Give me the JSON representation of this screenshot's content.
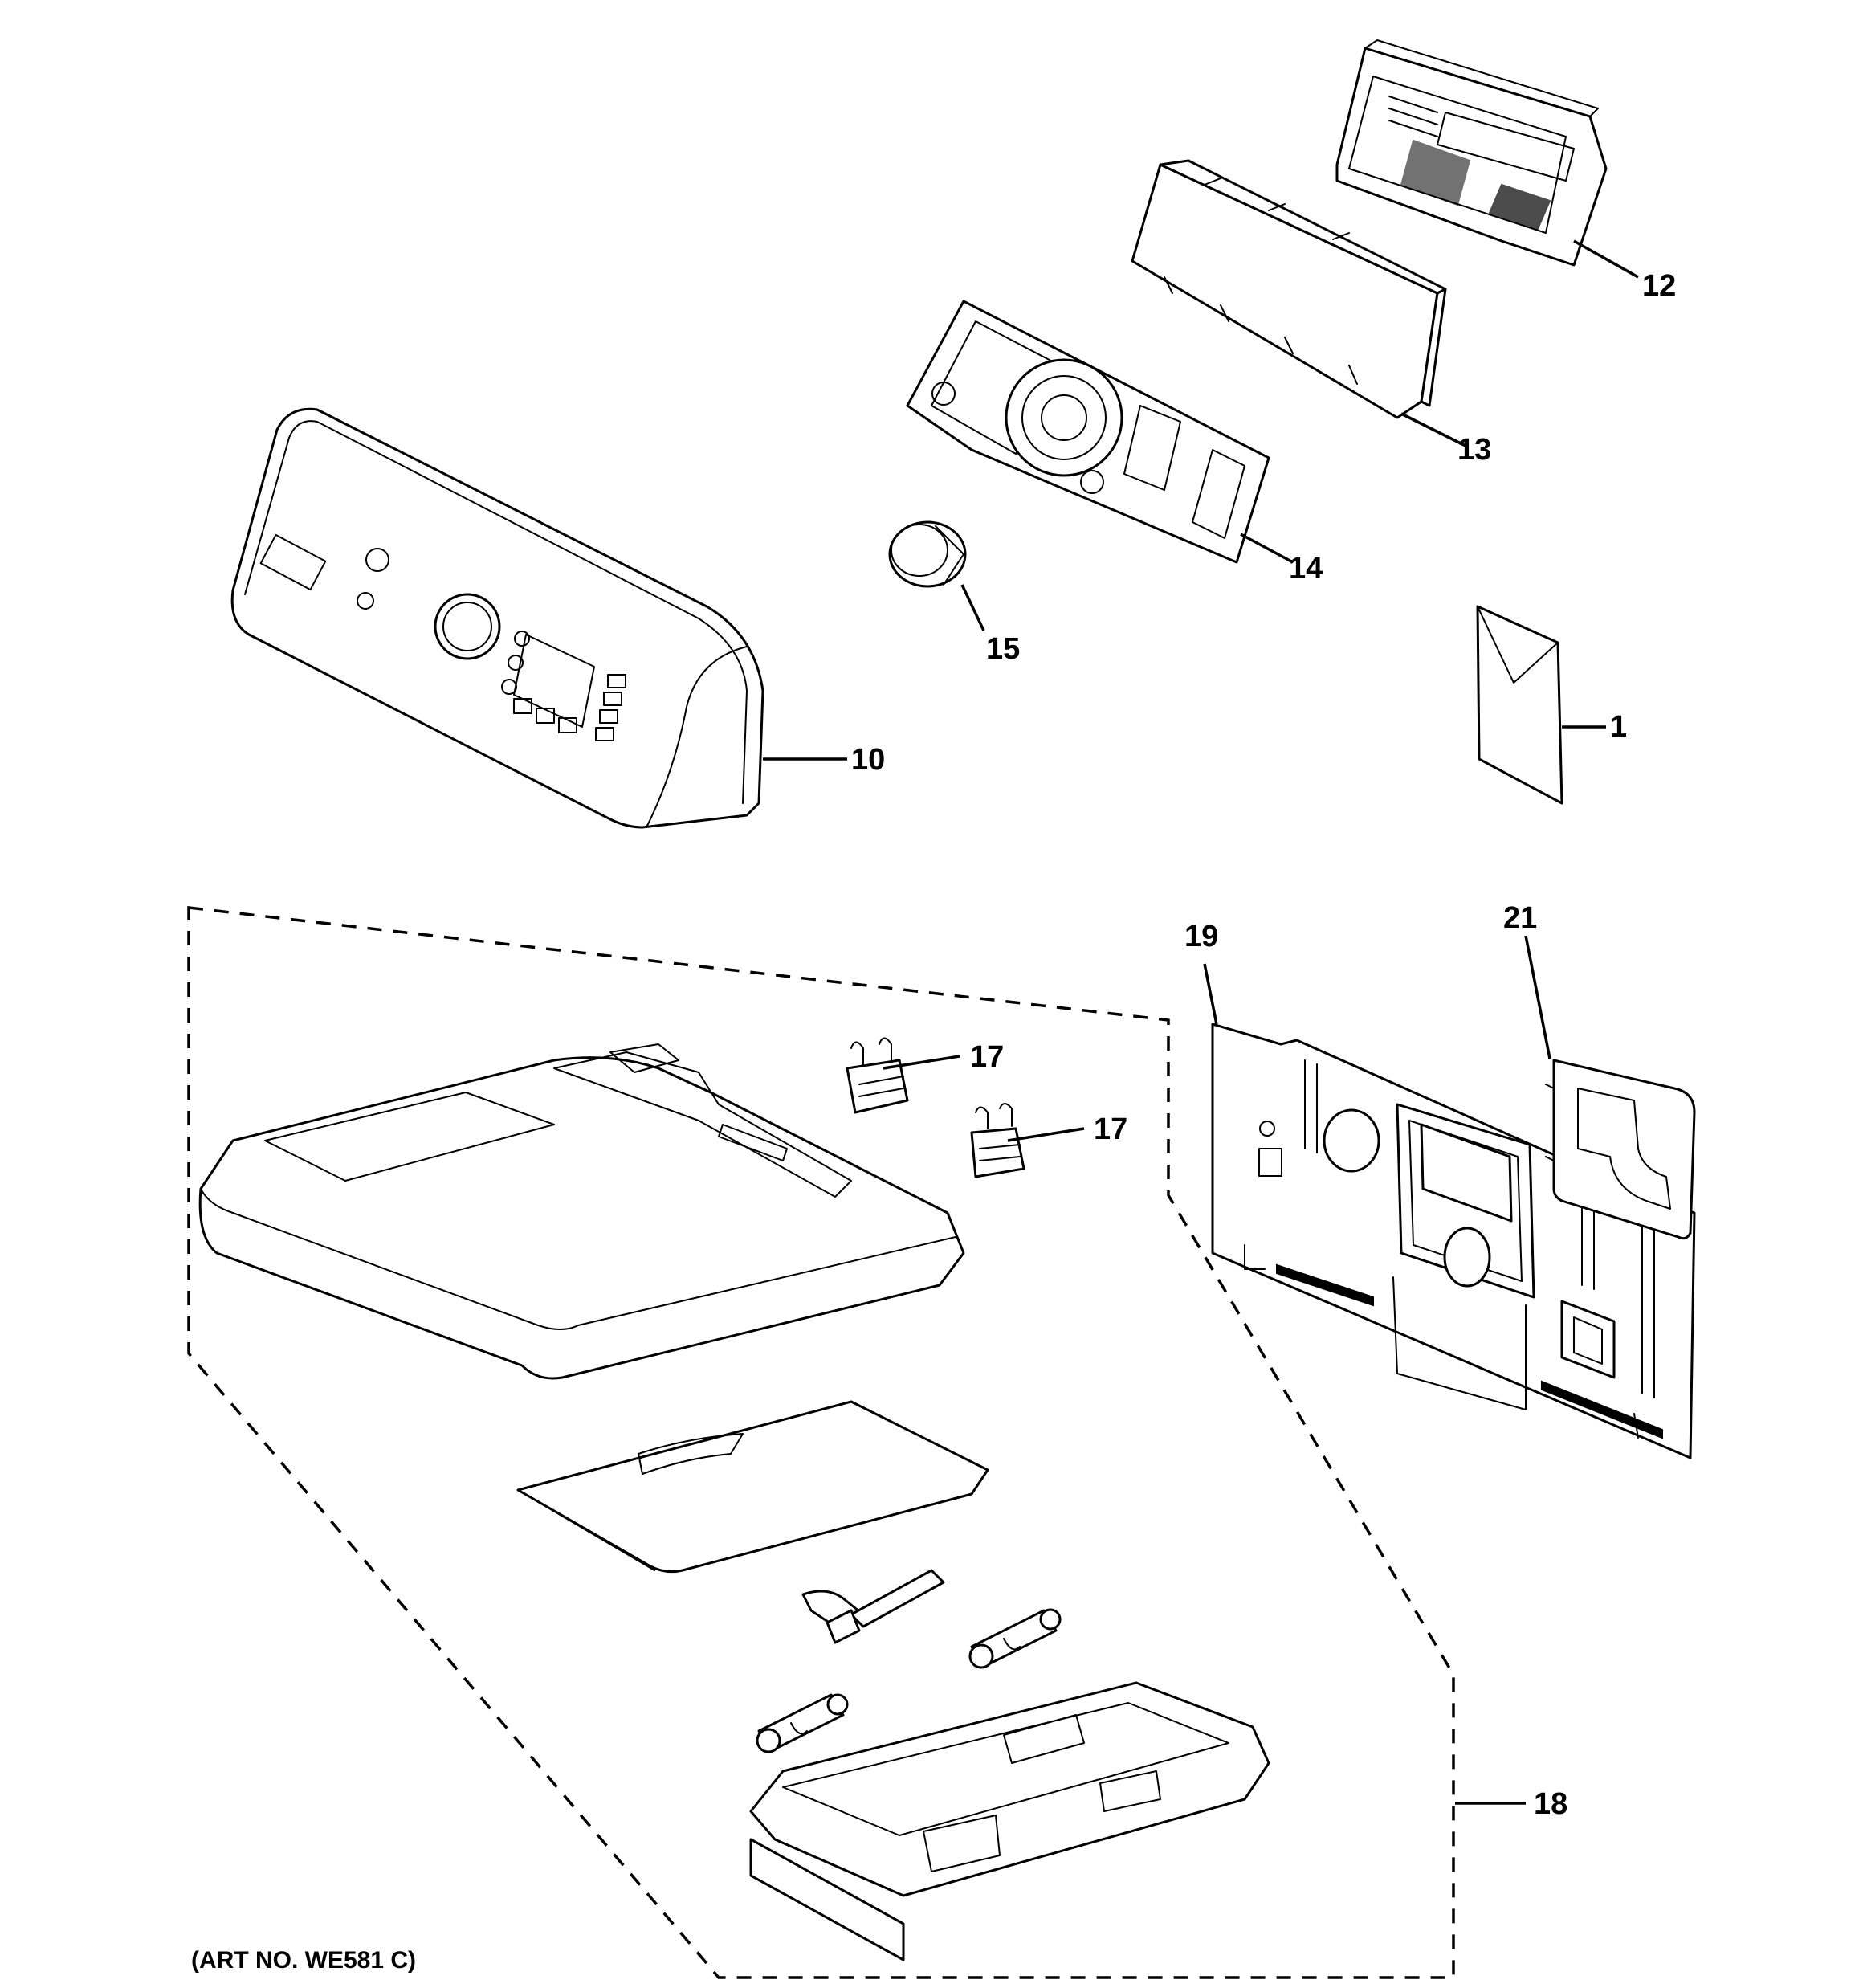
{
  "diagram": {
    "art_number": "(ART NO. WE581 C)",
    "callouts": {
      "c1": "1",
      "c10": "10",
      "c12": "12",
      "c13": "13",
      "c14": "14",
      "c15": "15",
      "c17a": "17",
      "c17b": "17",
      "c18": "18",
      "c19": "19",
      "c21": "21"
    }
  }
}
